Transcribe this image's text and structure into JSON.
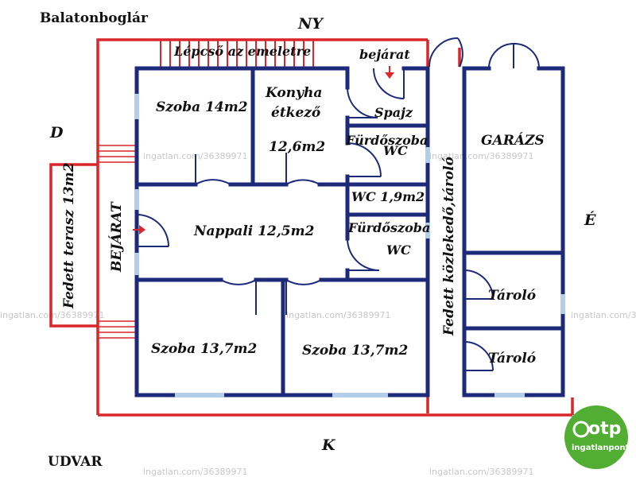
{
  "location": "Balatonboglár",
  "yard_label": "UDVAR",
  "compass": {
    "north_west": "NY",
    "west": "D",
    "east": "É",
    "south": "K"
  },
  "rooms": {
    "stairs": "Lépcső az emeletre",
    "entrance_top": "bejárat",
    "room_14": "Szoba 14m2",
    "kitchen_1": "Konyha",
    "kitchen_2": "étkező",
    "kitchen_3": "12,6m2",
    "pantry": "Spajz",
    "bath_top_1": "Fürdőszoba",
    "bath_top_2": "WC",
    "wc_small": "WC 1,9m2",
    "bath_mid_1": "Fürdőszoba",
    "bath_mid_2": "WC",
    "living": "Nappali 12,5m2",
    "entrance_side": "BEJÁRAT",
    "terrace": "Fedett terasz 13m2",
    "room_137_left": "Szoba 13,7m2",
    "room_137_right": "Szoba 13,7m2",
    "corridor": "Fedett közlekedő,tároló",
    "garage": "GARÁZS",
    "storage_1": "Tároló",
    "storage_2": "Tároló"
  },
  "watermarks": [
    "ingatlan.com/36389971"
  ],
  "logo": {
    "brand": "otp",
    "subtitle": "ingatlanpont",
    "color": "#52ae32"
  },
  "colors": {
    "wall": "#1d2a7a",
    "outline": "#d8262a",
    "window": "#b4cde8",
    "arrow": "#e0252b"
  }
}
